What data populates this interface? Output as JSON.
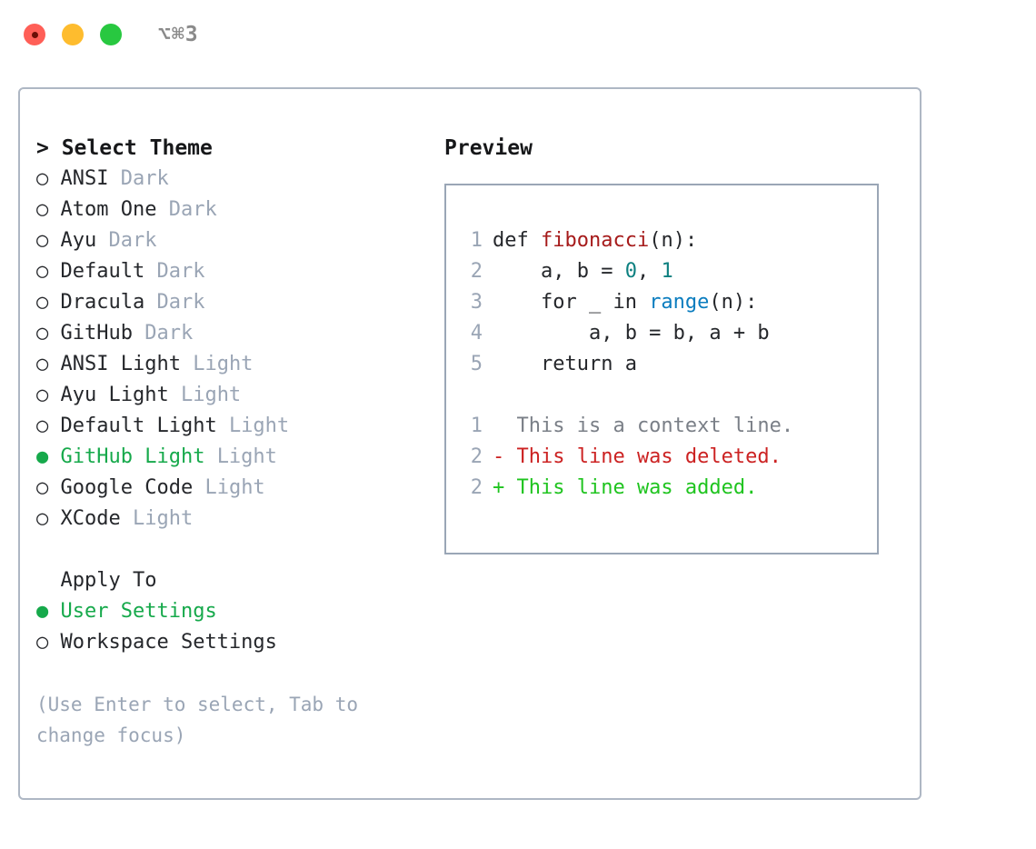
{
  "titlebar": {
    "shortcut": "⌥⌘3",
    "lights": [
      {
        "name": "close",
        "color": "#ff5f57"
      },
      {
        "name": "minimize",
        "color": "#febc2e"
      },
      {
        "name": "maximize",
        "color": "#28c840"
      }
    ]
  },
  "theme_list": {
    "header": "> Select Theme",
    "bullet_selected": "●",
    "bullet_unselected": "○",
    "items": [
      {
        "bullet": "○",
        "label": "ANSI",
        "tag": "Dark",
        "selected": false
      },
      {
        "bullet": "○",
        "label": "Atom One",
        "tag": "Dark",
        "selected": false
      },
      {
        "bullet": "○",
        "label": "Ayu",
        "tag": "Dark",
        "selected": false
      },
      {
        "bullet": "○",
        "label": "Default",
        "tag": "Dark",
        "selected": false
      },
      {
        "bullet": "○",
        "label": "Dracula",
        "tag": "Dark",
        "selected": false
      },
      {
        "bullet": "○",
        "label": "GitHub",
        "tag": "Dark",
        "selected": false
      },
      {
        "bullet": "○",
        "label": "ANSI Light",
        "tag": "Light",
        "selected": false
      },
      {
        "bullet": "○",
        "label": "Ayu Light",
        "tag": "Light",
        "selected": false
      },
      {
        "bullet": "○",
        "label": "Default Light",
        "tag": "Light",
        "selected": false
      },
      {
        "bullet": "●",
        "label": "GitHub Light",
        "tag": "Light",
        "selected": true
      },
      {
        "bullet": "○",
        "label": "Google Code",
        "tag": "Light",
        "selected": false
      },
      {
        "bullet": "○",
        "label": "XCode",
        "tag": "Light",
        "selected": false
      }
    ]
  },
  "apply_to": {
    "header": "  Apply To",
    "items": [
      {
        "bullet": "●",
        "label": "User Settings",
        "selected": true
      },
      {
        "bullet": "○",
        "label": "Workspace Settings",
        "selected": false
      }
    ]
  },
  "help": {
    "line1": "(Use Enter to select, Tab to",
    "line2": "change focus)"
  },
  "preview": {
    "title": "Preview",
    "code": [
      {
        "ln": "1",
        "parts": [
          {
            "t": "def ",
            "c": "plain"
          },
          {
            "t": "fibonacci",
            "c": "fn"
          },
          {
            "t": "(n):",
            "c": "plain"
          }
        ]
      },
      {
        "ln": "2",
        "parts": [
          {
            "t": "    a, b = ",
            "c": "plain"
          },
          {
            "t": "0",
            "c": "num"
          },
          {
            "t": ", ",
            "c": "plain"
          },
          {
            "t": "1",
            "c": "num"
          }
        ]
      },
      {
        "ln": "3",
        "parts": [
          {
            "t": "    for _ in ",
            "c": "plain"
          },
          {
            "t": "range",
            "c": "call"
          },
          {
            "t": "(n):",
            "c": "plain"
          }
        ]
      },
      {
        "ln": "4",
        "parts": [
          {
            "t": "        a, b = b, a + b",
            "c": "plain"
          }
        ]
      },
      {
        "ln": "5",
        "parts": [
          {
            "t": "    return a",
            "c": "plain"
          }
        ]
      }
    ],
    "diff": [
      {
        "ln": "1",
        "marker": "  ",
        "text": "This is a context line.",
        "kind": "ctx"
      },
      {
        "ln": "2",
        "marker": "- ",
        "text": "This line was deleted.",
        "kind": "del"
      },
      {
        "ln": "2",
        "marker": "+ ",
        "text": "This line was added.",
        "kind": "add"
      }
    ]
  },
  "colors": {
    "accent_green": "#16a94b",
    "muted": "#9aa5b5",
    "border": "#aeb7c4",
    "preview_border": "#9aa6b6",
    "fn_red": "#a61b1b",
    "num_teal": "#0d8080",
    "call_blue": "#0b7dbf",
    "diff_del": "#cc2222",
    "diff_add": "#1fc41f"
  }
}
